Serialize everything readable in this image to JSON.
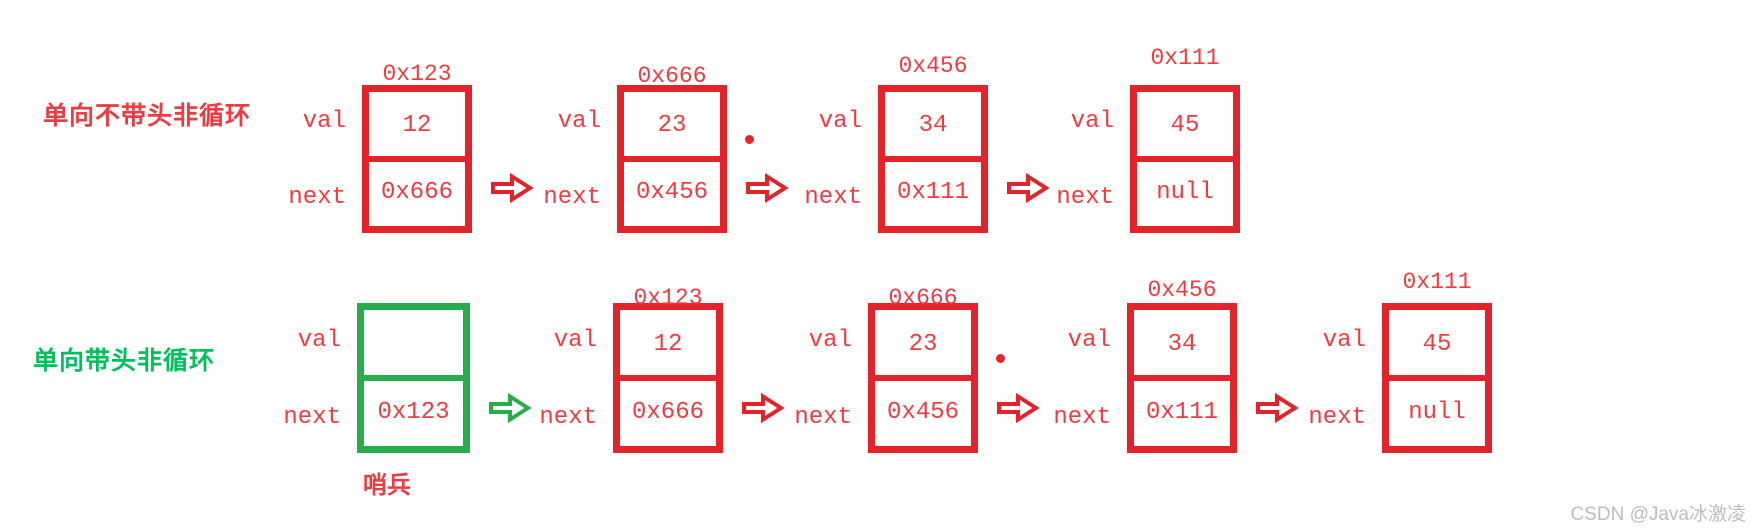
{
  "colors": {
    "red": "#e2232a",
    "red_text": "#ee3b42",
    "green": "#27ad4b",
    "green_text": "#00c05c",
    "watermark": "#bdbdbd"
  },
  "field_labels": {
    "val": "val",
    "next": "next"
  },
  "rows": [
    {
      "label": "单向不带头非循环",
      "label_color": "red",
      "nodes": [
        {
          "address": "0x123",
          "val": "12",
          "next": "0x666",
          "color": "red"
        },
        {
          "address": "0x666",
          "val": "23",
          "next": "0x456",
          "color": "red",
          "dot_after": true
        },
        {
          "address": "0x456",
          "val": "34",
          "next": "0x111",
          "color": "red"
        },
        {
          "address": "0x111",
          "val": "45",
          "next": "null",
          "color": "red"
        }
      ]
    },
    {
      "label": "单向带头非循环",
      "label_color": "green",
      "nodes": [
        {
          "address": "",
          "val": "",
          "next": "0x123",
          "color": "green",
          "caption": "哨兵"
        },
        {
          "address": "0x123",
          "val": "12",
          "next": "0x666",
          "color": "red"
        },
        {
          "address": "0x666",
          "val": "23",
          "next": "0x456",
          "color": "red",
          "dot_after": true
        },
        {
          "address": "0x456",
          "val": "34",
          "next": "0x111",
          "color": "red"
        },
        {
          "address": "0x111",
          "val": "45",
          "next": "null",
          "color": "red"
        }
      ]
    }
  ],
  "watermark": {
    "text": "CSDN @Java冰激凌"
  }
}
